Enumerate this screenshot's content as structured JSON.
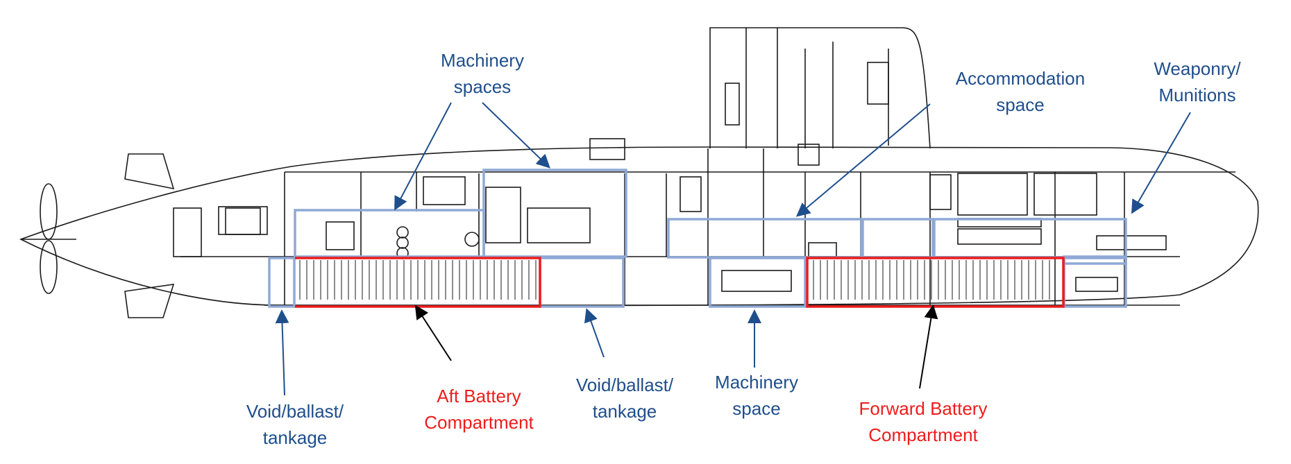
{
  "colors": {
    "label_blue": "#1f4e8c",
    "battery_red": "#ee1c1c",
    "region_blue": "#8fa9d6",
    "line_art": "#1a1a1a",
    "pointer_black": "#000000"
  },
  "labels": {
    "machinery_spaces": [
      "Machinery",
      "spaces"
    ],
    "accommodation_space": [
      "Accommodation",
      "space"
    ],
    "weaponry": [
      "Weaponry/",
      "Munitions"
    ],
    "void_aft": [
      "Void/ballast/",
      "tankage"
    ],
    "aft_battery": [
      "Aft Battery",
      "Compartment"
    ],
    "void_mid": [
      "Void/ballast/",
      "tankage"
    ],
    "machinery_space": [
      "Machinery",
      "space"
    ],
    "forward_battery": [
      "Forward Battery",
      "Compartment"
    ]
  }
}
